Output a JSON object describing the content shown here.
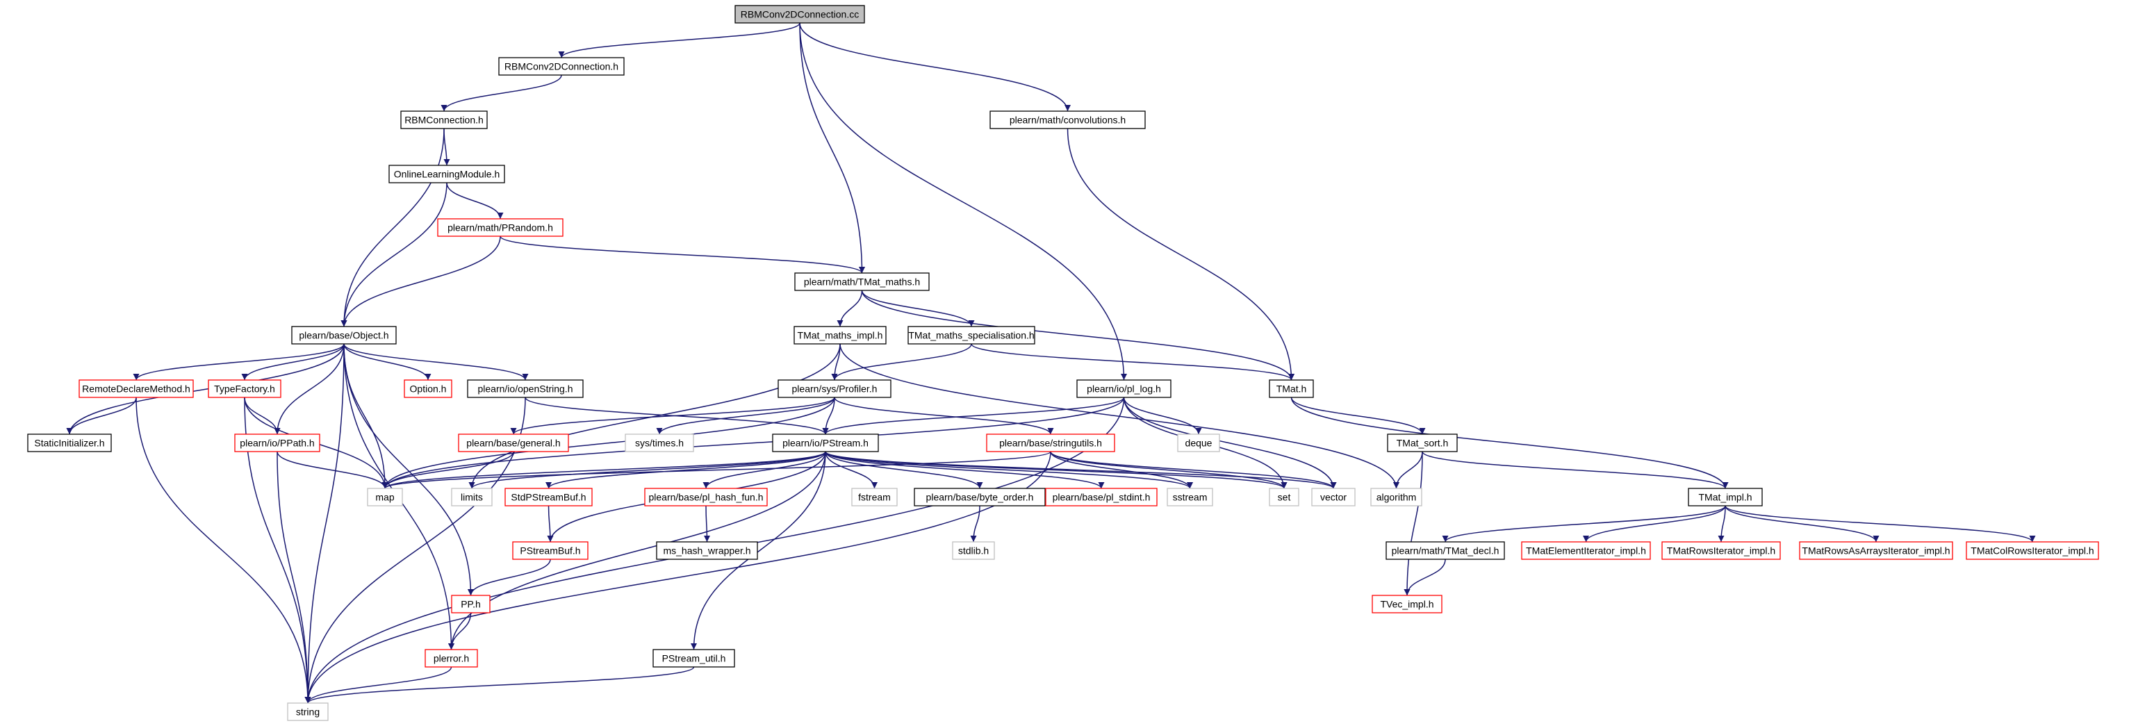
{
  "graph": {
    "nodes": [
      {
        "id": "rbmconv2dconnection_cc",
        "label": "RBMConv2DConnection.cc",
        "style": "root"
      },
      {
        "id": "rbmconv2dconnection_h",
        "label": "RBMConv2DConnection.h",
        "style": "black"
      },
      {
        "id": "convolutions_h",
        "label": "plearn/math/convolutions.h",
        "style": "black"
      },
      {
        "id": "rbmconnection_h",
        "label": "RBMConnection.h",
        "style": "black"
      },
      {
        "id": "onlinelearningmodule_h",
        "label": "OnlineLearningModule.h",
        "style": "black"
      },
      {
        "id": "prandom_h",
        "label": "plearn/math/PRandom.h",
        "style": "red"
      },
      {
        "id": "tmat_maths_h",
        "label": "plearn/math/TMat_maths.h",
        "style": "black"
      },
      {
        "id": "object_h",
        "label": "plearn/base/Object.h",
        "style": "black"
      },
      {
        "id": "tmat_maths_impl_h",
        "label": "TMat_maths_impl.h",
        "style": "black"
      },
      {
        "id": "tmat_maths_specialisation_h",
        "label": "TMat_maths_specialisation.h",
        "style": "black"
      },
      {
        "id": "remotedeclaremethod_h",
        "label": "RemoteDeclareMethod.h",
        "style": "red"
      },
      {
        "id": "typefactory_h",
        "label": "TypeFactory.h",
        "style": "red"
      },
      {
        "id": "option_h",
        "label": "Option.h",
        "style": "red"
      },
      {
        "id": "openstring_h",
        "label": "plearn/io/openString.h",
        "style": "black"
      },
      {
        "id": "profiler_h",
        "label": "plearn/sys/Profiler.h",
        "style": "black"
      },
      {
        "id": "pl_log_h",
        "label": "plearn/io/pl_log.h",
        "style": "black"
      },
      {
        "id": "tmat_h",
        "label": "TMat.h",
        "style": "black"
      },
      {
        "id": "staticinitializer_h",
        "label": "StaticInitializer.h",
        "style": "black"
      },
      {
        "id": "ppath_h",
        "label": "plearn/io/PPath.h",
        "style": "red"
      },
      {
        "id": "general_h",
        "label": "plearn/base/general.h",
        "style": "red"
      },
      {
        "id": "sys_times_h",
        "label": "sys/times.h",
        "style": "gray"
      },
      {
        "id": "pstream_h",
        "label": "plearn/io/PStream.h",
        "style": "black"
      },
      {
        "id": "stringutils_h",
        "label": "plearn/base/stringutils.h",
        "style": "red"
      },
      {
        "id": "deque",
        "label": "deque",
        "style": "gray"
      },
      {
        "id": "tmat_sort_h",
        "label": "TMat_sort.h",
        "style": "black"
      },
      {
        "id": "map",
        "label": "map",
        "style": "gray"
      },
      {
        "id": "limits",
        "label": "limits",
        "style": "gray"
      },
      {
        "id": "stdpstreambuf_h",
        "label": "StdPStreamBuf.h",
        "style": "red"
      },
      {
        "id": "pl_hash_fun_h",
        "label": "plearn/base/pl_hash_fun.h",
        "style": "red"
      },
      {
        "id": "fstream",
        "label": "fstream",
        "style": "gray"
      },
      {
        "id": "byte_order_h",
        "label": "plearn/base/byte_order.h",
        "style": "black"
      },
      {
        "id": "pl_stdint_h",
        "label": "plearn/base/pl_stdint.h",
        "style": "red"
      },
      {
        "id": "sstream",
        "label": "sstream",
        "style": "gray"
      },
      {
        "id": "set",
        "label": "set",
        "style": "gray"
      },
      {
        "id": "vector",
        "label": "vector",
        "style": "gray"
      },
      {
        "id": "algorithm",
        "label": "algorithm",
        "style": "gray"
      },
      {
        "id": "tmat_impl_h",
        "label": "TMat_impl.h",
        "style": "black"
      },
      {
        "id": "ms_hash_wrapper_h",
        "label": "ms_hash_wrapper.h",
        "style": "black"
      },
      {
        "id": "pstreambuf_h",
        "label": "PStreamBuf.h",
        "style": "red"
      },
      {
        "id": "stdlib_h",
        "label": "stdlib.h",
        "style": "gray"
      },
      {
        "id": "tmat_decl_h",
        "label": "plearn/math/TMat_decl.h",
        "style": "black"
      },
      {
        "id": "tmatelementiterator_impl_h",
        "label": "TMatElementIterator_impl.h",
        "style": "red"
      },
      {
        "id": "tmatrowsiterator_impl_h",
        "label": "TMatRowsIterator_impl.h",
        "style": "red"
      },
      {
        "id": "tmatrowsasarraysiterator_impl_h",
        "label": "TMatRowsAsArraysIterator_impl.h",
        "style": "red"
      },
      {
        "id": "tmatcolrowsiterator_impl_h",
        "label": "TMatColRowsIterator_impl.h",
        "style": "red"
      },
      {
        "id": "pp_h",
        "label": "PP.h",
        "style": "red"
      },
      {
        "id": "tvec_impl_h",
        "label": "TVec_impl.h",
        "style": "red"
      },
      {
        "id": "plerror_h",
        "label": "plerror.h",
        "style": "red"
      },
      {
        "id": "pstream_util_h",
        "label": "PStream_util.h",
        "style": "black"
      },
      {
        "id": "string",
        "label": "string",
        "style": "gray"
      }
    ],
    "edges": [
      {
        "from": "rbmconv2dconnection_cc",
        "to": "rbmconv2dconnection_h"
      },
      {
        "from": "rbmconv2dconnection_cc",
        "to": "convolutions_h"
      },
      {
        "from": "rbmconv2dconnection_cc",
        "to": "tmat_maths_h"
      },
      {
        "from": "rbmconv2dconnection_cc",
        "to": "pl_log_h"
      },
      {
        "from": "rbmconv2dconnection_h",
        "to": "rbmconnection_h"
      },
      {
        "from": "rbmconnection_h",
        "to": "onlinelearningmodule_h"
      },
      {
        "from": "rbmconnection_h",
        "to": "object_h"
      },
      {
        "from": "onlinelearningmodule_h",
        "to": "prandom_h"
      },
      {
        "from": "onlinelearningmodule_h",
        "to": "object_h"
      },
      {
        "from": "prandom_h",
        "to": "object_h"
      },
      {
        "from": "prandom_h",
        "to": "tmat_maths_h"
      },
      {
        "from": "convolutions_h",
        "to": "tmat_h"
      },
      {
        "from": "tmat_maths_h",
        "to": "tmat_maths_impl_h"
      },
      {
        "from": "tmat_maths_h",
        "to": "tmat_maths_specialisation_h"
      },
      {
        "from": "tmat_maths_h",
        "to": "tmat_h"
      },
      {
        "from": "tmat_maths_impl_h",
        "to": "profiler_h"
      },
      {
        "from": "tmat_maths_impl_h",
        "to": "limits"
      },
      {
        "from": "tmat_maths_impl_h",
        "to": "algorithm"
      },
      {
        "from": "tmat_maths_specialisation_h",
        "to": "profiler_h"
      },
      {
        "from": "tmat_maths_specialisation_h",
        "to": "tmat_h"
      },
      {
        "from": "object_h",
        "to": "remotedeclaremethod_h"
      },
      {
        "from": "object_h",
        "to": "typefactory_h"
      },
      {
        "from": "object_h",
        "to": "option_h"
      },
      {
        "from": "object_h",
        "to": "openstring_h"
      },
      {
        "from": "object_h",
        "to": "staticinitializer_h"
      },
      {
        "from": "object_h",
        "to": "ppath_h"
      },
      {
        "from": "object_h",
        "to": "map"
      },
      {
        "from": "object_h",
        "to": "string"
      },
      {
        "from": "object_h",
        "to": "pp_h"
      },
      {
        "from": "object_h",
        "to": "plerror_h"
      },
      {
        "from": "remotedeclaremethod_h",
        "to": "staticinitializer_h"
      },
      {
        "from": "remotedeclaremethod_h",
        "to": "string"
      },
      {
        "from": "typefactory_h",
        "to": "ppath_h"
      },
      {
        "from": "typefactory_h",
        "to": "map"
      },
      {
        "from": "typefactory_h",
        "to": "string"
      },
      {
        "from": "openstring_h",
        "to": "pstream_h"
      },
      {
        "from": "openstring_h",
        "to": "string"
      },
      {
        "from": "ppath_h",
        "to": "map"
      },
      {
        "from": "ppath_h",
        "to": "string"
      },
      {
        "from": "profiler_h",
        "to": "general_h"
      },
      {
        "from": "profiler_h",
        "to": "sys_times_h"
      },
      {
        "from": "profiler_h",
        "to": "pstream_h"
      },
      {
        "from": "profiler_h",
        "to": "stringutils_h"
      },
      {
        "from": "profiler_h",
        "to": "map"
      },
      {
        "from": "pl_log_h",
        "to": "pstream_h"
      },
      {
        "from": "pl_log_h",
        "to": "deque"
      },
      {
        "from": "pl_log_h",
        "to": "map"
      },
      {
        "from": "pl_log_h",
        "to": "set"
      },
      {
        "from": "pl_log_h",
        "to": "vector"
      },
      {
        "from": "pl_log_h",
        "to": "string"
      },
      {
        "from": "general_h",
        "to": "map"
      },
      {
        "from": "stringutils_h",
        "to": "map"
      },
      {
        "from": "stringutils_h",
        "to": "set"
      },
      {
        "from": "stringutils_h",
        "to": "vector"
      },
      {
        "from": "stringutils_h",
        "to": "string"
      },
      {
        "from": "stringutils_h",
        "to": "sstream"
      },
      {
        "from": "pstream_h",
        "to": "map"
      },
      {
        "from": "pstream_h",
        "to": "limits"
      },
      {
        "from": "pstream_h",
        "to": "stdpstreambuf_h"
      },
      {
        "from": "pstream_h",
        "to": "pl_hash_fun_h"
      },
      {
        "from": "pstream_h",
        "to": "fstream"
      },
      {
        "from": "pstream_h",
        "to": "byte_order_h"
      },
      {
        "from": "pstream_h",
        "to": "pl_stdint_h"
      },
      {
        "from": "pstream_h",
        "to": "sstream"
      },
      {
        "from": "pstream_h",
        "to": "set"
      },
      {
        "from": "pstream_h",
        "to": "vector"
      },
      {
        "from": "pstream_h",
        "to": "pstreambuf_h"
      },
      {
        "from": "pstream_h",
        "to": "pstream_util_h"
      },
      {
        "from": "pstream_h",
        "to": "plerror_h"
      },
      {
        "from": "stdpstreambuf_h",
        "to": "pstreambuf_h"
      },
      {
        "from": "pl_hash_fun_h",
        "to": "ms_hash_wrapper_h"
      },
      {
        "from": "byte_order_h",
        "to": "stdlib_h"
      },
      {
        "from": "pstreambuf_h",
        "to": "pp_h"
      },
      {
        "from": "pp_h",
        "to": "plerror_h"
      },
      {
        "from": "plerror_h",
        "to": "string"
      },
      {
        "from": "pstream_util_h",
        "to": "string"
      },
      {
        "from": "tmat_h",
        "to": "tmat_sort_h"
      },
      {
        "from": "tmat_h",
        "to": "tmat_impl_h"
      },
      {
        "from": "tmat_sort_h",
        "to": "tmat_impl_h"
      },
      {
        "from": "tmat_sort_h",
        "to": "algorithm"
      },
      {
        "from": "tmat_sort_h",
        "to": "tvec_impl_h"
      },
      {
        "from": "tmat_impl_h",
        "to": "tmat_decl_h"
      },
      {
        "from": "tmat_impl_h",
        "to": "tmatelementiterator_impl_h"
      },
      {
        "from": "tmat_impl_h",
        "to": "tmatrowsiterator_impl_h"
      },
      {
        "from": "tmat_impl_h",
        "to": "tmatrowsasarraysiterator_impl_h"
      },
      {
        "from": "tmat_impl_h",
        "to": "tmatcolrowsiterator_impl_h"
      },
      {
        "from": "tmat_decl_h",
        "to": "tvec_impl_h"
      }
    ]
  },
  "colors": {
    "edge": "#191970",
    "root_fill": "#bfbfbf",
    "black_border": "#000000",
    "red_border": "#ff0000",
    "gray_border": "#bfbfbf",
    "node_fill": "#ffffff",
    "text": "#000000"
  }
}
